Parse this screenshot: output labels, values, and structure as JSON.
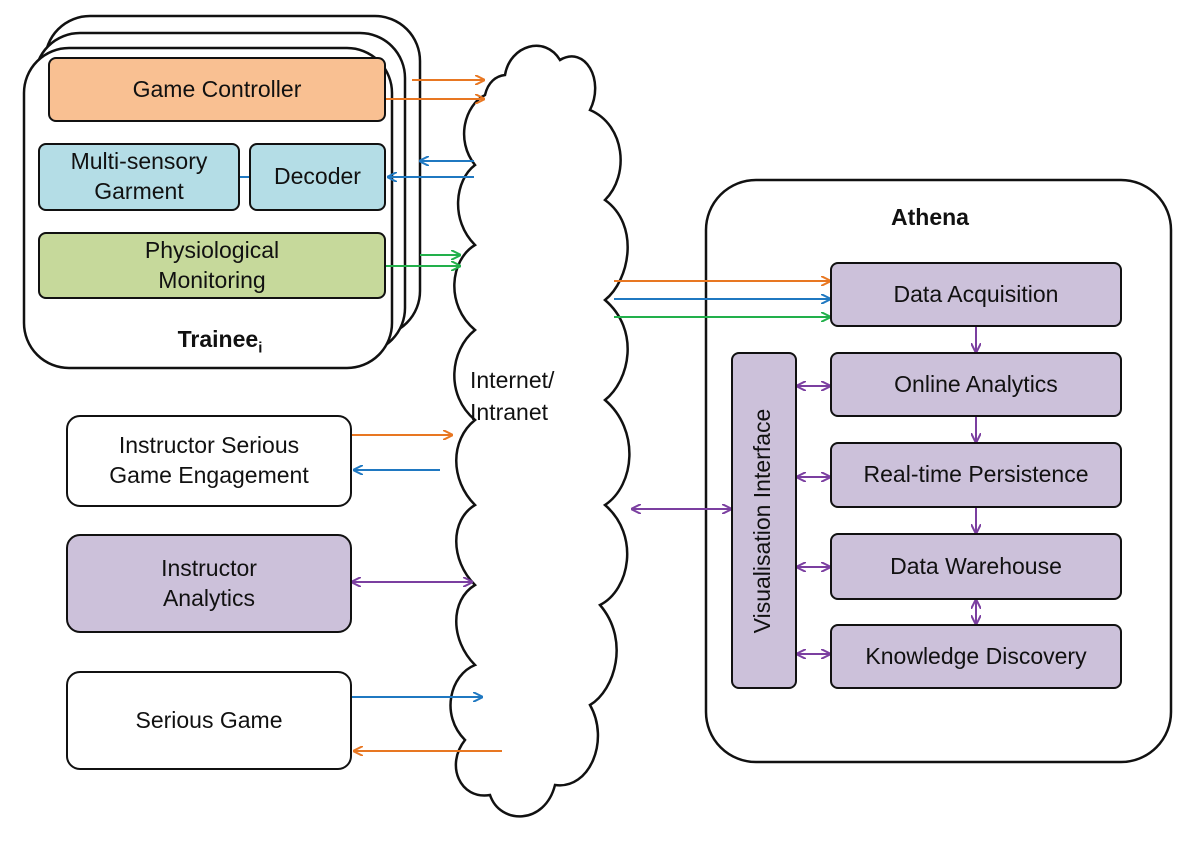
{
  "trainee": {
    "label": "Trainee",
    "subscript": "i",
    "game_controller": "Game Controller",
    "garment_line1": "Multi-sensory",
    "garment_line2": "Garment",
    "decoder": "Decoder",
    "physio_line1": "Physiological",
    "physio_line2": "Monitoring"
  },
  "network": {
    "line1": "Internet/",
    "line2": "Intranet"
  },
  "instructor_engagement": {
    "line1": "Instructor Serious",
    "line2": "Game Engagement"
  },
  "instructor_analytics": {
    "line1": "Instructor",
    "line2": "Analytics"
  },
  "serious_game": "Serious Game",
  "athena": {
    "title": "Athena",
    "visualisation": "Visualisation Interface",
    "data_acquisition": "Data Acquisition",
    "online_analytics": "Online Analytics",
    "realtime_persistence": "Real-time Persistence",
    "data_warehouse": "Data Warehouse",
    "knowledge_discovery": "Knowledge Discovery"
  },
  "colors": {
    "orange_arrow": "#e87722",
    "blue_arrow": "#1f78c1",
    "green_arrow": "#22b04b",
    "purple_arrow": "#7b3fa0",
    "orange_fill": "#f9c092",
    "blue_fill": "#b4dde6",
    "green_fill": "#c6d99b",
    "purple_fill": "#ccc1da"
  }
}
